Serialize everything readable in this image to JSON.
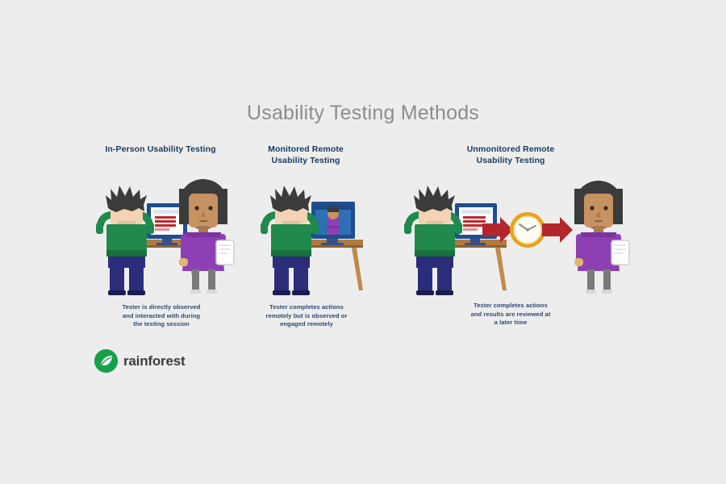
{
  "page": {
    "title": "Usability Testing Methods",
    "background_color": "#ededed",
    "title_color": "#8c8c8c",
    "heading_color": "#163a5f",
    "caption_color": "#2b4a78"
  },
  "columns": [
    {
      "id": "in-person",
      "heading": "In-Person Usability Testing",
      "heading_lines": [
        "In-Person Usability Testing"
      ],
      "caption": "Tester is directly observed and interacted with during the testing session",
      "caption_lines": [
        "Tester is directly observed",
        "and interacted with during",
        "the testing session"
      ],
      "scene": {
        "description": "Seated tester at a desk with a monitor, observed by a standing researcher holding a tablet",
        "figures": [
          "tester-seated",
          "researcher-standing"
        ],
        "screen_content": "form-with-red-bars"
      }
    },
    {
      "id": "monitored-remote",
      "heading": "Monitored Remote Usability Testing",
      "heading_lines": [
        "Monitored Remote",
        "Usability Testing"
      ],
      "caption": "Tester completes actions remotely but is observed or engaged remotely",
      "caption_lines": [
        "Tester completes actions",
        "remotely but is observed or",
        "engaged remotely"
      ],
      "scene": {
        "description": "Seated tester at a desk with a monitor showing a remote researcher on a video call",
        "figures": [
          "tester-seated"
        ],
        "screen_content": "video-call-with-researcher"
      }
    },
    {
      "id": "unmonitored-remote",
      "heading": "Unmonitored Remote Usability Testing",
      "heading_lines": [
        "Unmonitored Remote",
        "Usability Testing"
      ],
      "caption": "Tester completes actions and results are reviewed at a later time",
      "caption_lines": [
        "Tester completes actions",
        "and results are reviewed at",
        "a later time"
      ],
      "scene": {
        "description": "Seated tester at a desk with a monitor, then a clock between two red arrows, then the researcher reviewing results on a tablet later",
        "figures": [
          "tester-seated",
          "researcher-standing"
        ],
        "screen_content": "form-with-red-bars",
        "time_symbol": "clock",
        "clock_time": "10:10",
        "arrows": 2
      }
    }
  ],
  "logo": {
    "wordmark": "rainforest",
    "mark": "leaf-in-circle",
    "mark_color": "#17a04a",
    "word_color": "#3c3c3c"
  },
  "palette": {
    "shirt_green": "#1f8a4c",
    "pants_navy": "#2b2d7a",
    "dress_purple": "#8d3fb4",
    "hair_dark": "#3b3b3b",
    "skin_light": "#f3d3b4",
    "skin_tan": "#c79262",
    "desk_wood": "#b07b3f",
    "monitor_blue": "#1f4e8c",
    "screen_white": "#ffffff",
    "accent_red": "#c2282b",
    "clock_gold": "#e8a317",
    "arrow_red": "#b3262b"
  }
}
